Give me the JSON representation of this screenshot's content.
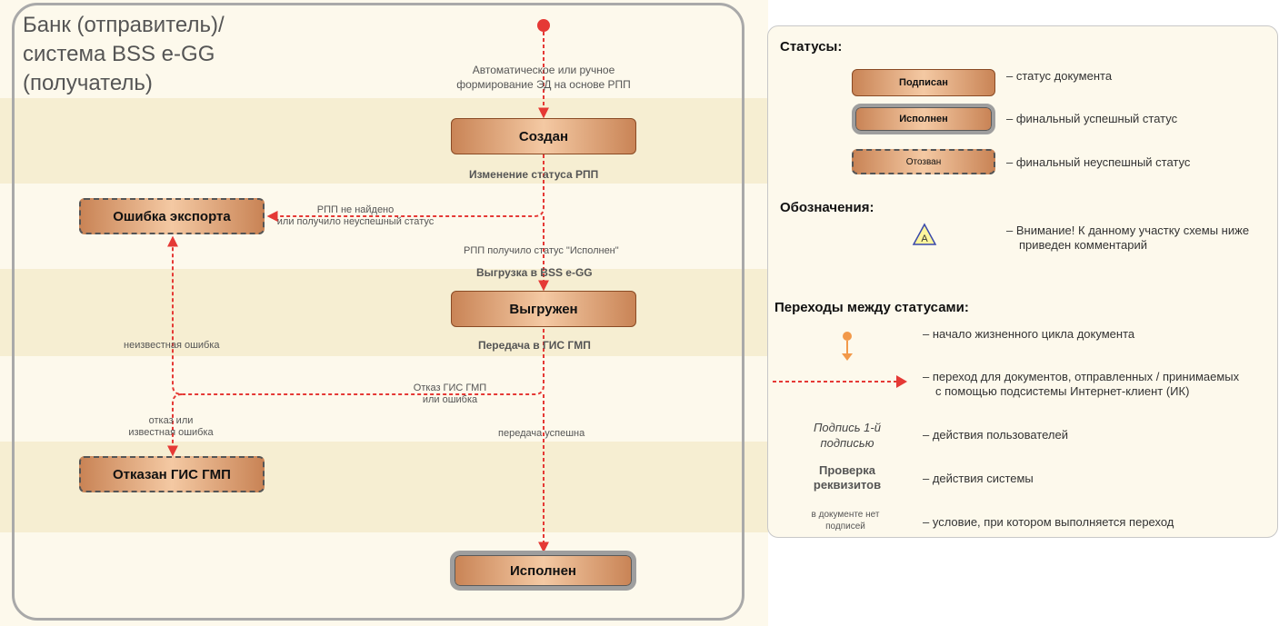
{
  "swimlane": {
    "title_line1": "Банк (отправитель)/",
    "title_line2": "система BSS e-GG",
    "title_line3": "(получатель)"
  },
  "statuses": {
    "created": "Создан",
    "export_error": "Ошибка экспорта",
    "uploaded": "Выгружен",
    "rejected": "Отказан ГИС ГМП",
    "executed": "Исполнен"
  },
  "transitions": {
    "start_note_line1": "Автоматическое или ручное",
    "start_note_line2": "формирование ЭД на основе РПП",
    "action_status_change": "Изменение статуса РПП",
    "cond_not_found_line1": "РПП не найдено",
    "cond_not_found_line2": "или получило неуспешный статус",
    "cond_executed": "РПП получило статус \"Исполнен\"",
    "action_upload": "Выгрузка в BSS e-GG",
    "action_transfer": "Передача в ГИС ГМП",
    "cond_unknown_error": "неизвестная ошибка",
    "cond_gis_refusal_line1": "Отказ ГИС ГМП",
    "cond_gis_refusal_line2": "или ошибка",
    "cond_refusal_line1": "отказ или",
    "cond_refusal_line2": "известная ошибка",
    "cond_success": "передача успешна"
  },
  "legend": {
    "statuses_heading": "Статусы:",
    "sample_signed": "Подписан",
    "desc_signed": "–  статус  документа",
    "sample_executed": "Исполнен",
    "desc_executed": "–  финальный успешный статус",
    "sample_revoked": "Отозван",
    "desc_revoked": "–  финальный неуспешный статус",
    "notation_heading": "Обозначения:",
    "warning_letter": "A",
    "desc_warning_line1": "–  Внимание! К данному участку схемы ниже",
    "desc_warning_line2": "приведен комментарий",
    "transitions_heading": "Переходы между статусами:",
    "desc_start": "–  начало жизненного цикла документа",
    "desc_transition_line1": "–  переход для документов, отправленных / принимаемых",
    "desc_transition_line2": "с помощью подсистемы Интернет-клиент (ИК)",
    "user_action_line1": "Подпись 1-й",
    "user_action_line2": "подписью",
    "desc_user_action": "–  действия пользователей",
    "system_action_line1": "Проверка",
    "system_action_line2": "реквизитов",
    "desc_system_action": "–  действия системы",
    "condition_line1": "в документе нет",
    "condition_line2": "подписей",
    "desc_condition": "–  условие, при котором выполняется переход"
  },
  "colors": {
    "arrow": "#e53935",
    "band_light": "#fdf9ec",
    "band_dark": "#f6eed2",
    "status_dark": "#c98456",
    "status_light": "#f4c9a3",
    "frame": "#9e9e9e"
  },
  "icons": {
    "start": "red-circle-dot",
    "warning": "warning-triangle-icon"
  }
}
